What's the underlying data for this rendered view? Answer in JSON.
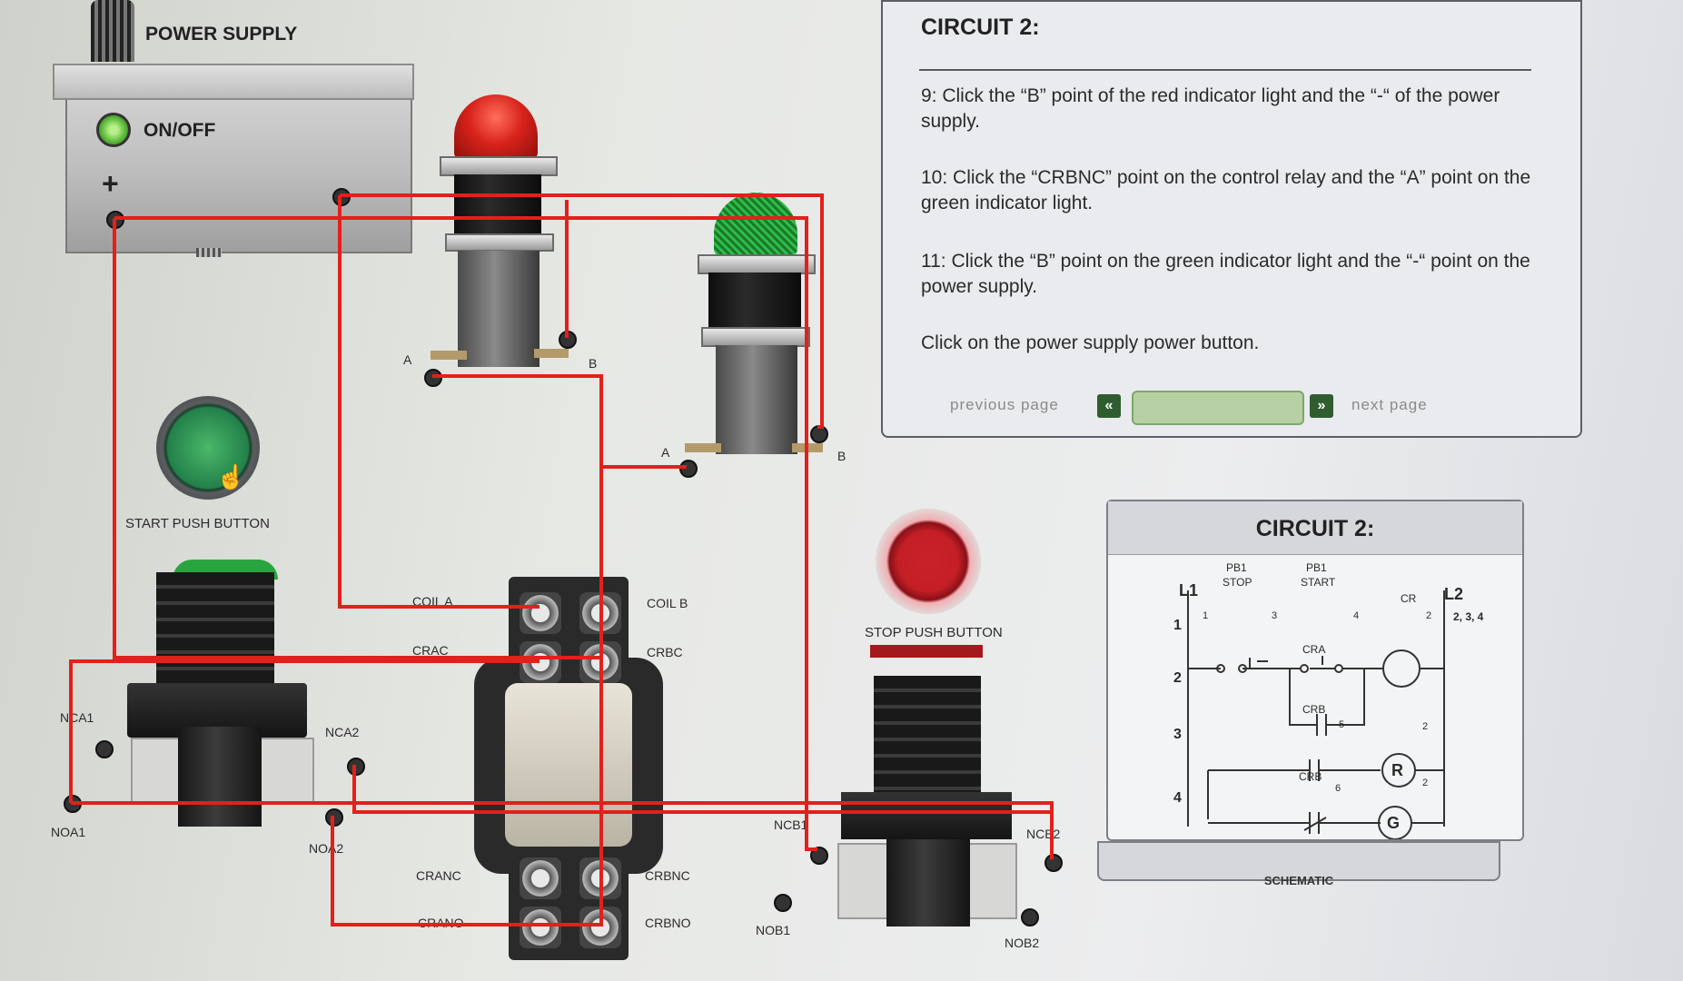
{
  "power_supply": {
    "title": "POWER SUPPLY",
    "on_off_label": "ON/OFF",
    "plus_label": "+"
  },
  "lamps": {
    "red_a": "A",
    "red_b": "B",
    "green_a": "A",
    "green_b": "B"
  },
  "start_button": {
    "label": "START PUSH BUTTON"
  },
  "stop_button": {
    "label": "STOP PUSH BUTTON"
  },
  "relay": {
    "coil_a": "COIL A",
    "coil_b": "COIL B",
    "crac": "CRAC",
    "crbc": "CRBC",
    "cranc": "CRANC",
    "crbnc": "CRBNC",
    "crano": "CRANO",
    "crbno": "CRBNO"
  },
  "start_contacts": {
    "nca1": "NCA1",
    "nca2": "NCA2",
    "noa1": "NOA1",
    "noa2": "NOA2"
  },
  "stop_contacts": {
    "ncb1": "NCB1",
    "ncb2": "NCB2",
    "nob1": "NOB1",
    "nob2": "NOB2"
  },
  "instructions": {
    "title": "CIRCUIT 2:",
    "step9": "9: Click  the “B” point of the red indicator light and the “-“ of the power supply.",
    "step10": "10: Click  the “CRBNC” point on the control relay and the “A” point on the green indicator light.",
    "step11": "11: Click  the “B” point on the green indicator light and the “-“ point on the power supply.",
    "step12": "Click  on the power supply power button.",
    "prev": "previous page",
    "next": "next page",
    "prev_icon": "«",
    "next_icon": "»"
  },
  "schematic": {
    "title": "CIRCUIT 2:",
    "tab": "SCHEMATIC",
    "l1": "L1",
    "l2": "L2",
    "pb1_stop_a": "PB1",
    "pb1_stop_b": "STOP",
    "pb1_start_a": "PB1",
    "pb1_start_b": "START",
    "cr": "CR",
    "cra": "CRA",
    "crb_no": "CRB",
    "crb_nc": "CRB",
    "rows": [
      "1",
      "2",
      "3",
      "4"
    ],
    "n1": "1",
    "n3": "3",
    "n4": "4",
    "n5": "5",
    "n6": "6",
    "n2a": "2",
    "n2b": "2",
    "n2c": "2",
    "l2_refs": "2, 3, 4",
    "r": "R",
    "g": "G"
  },
  "colors": {
    "wire": "#e3201b",
    "red_lamp": "#d8231c",
    "green_lamp": "#22a43a",
    "nav_button": "#2f5d2f"
  }
}
